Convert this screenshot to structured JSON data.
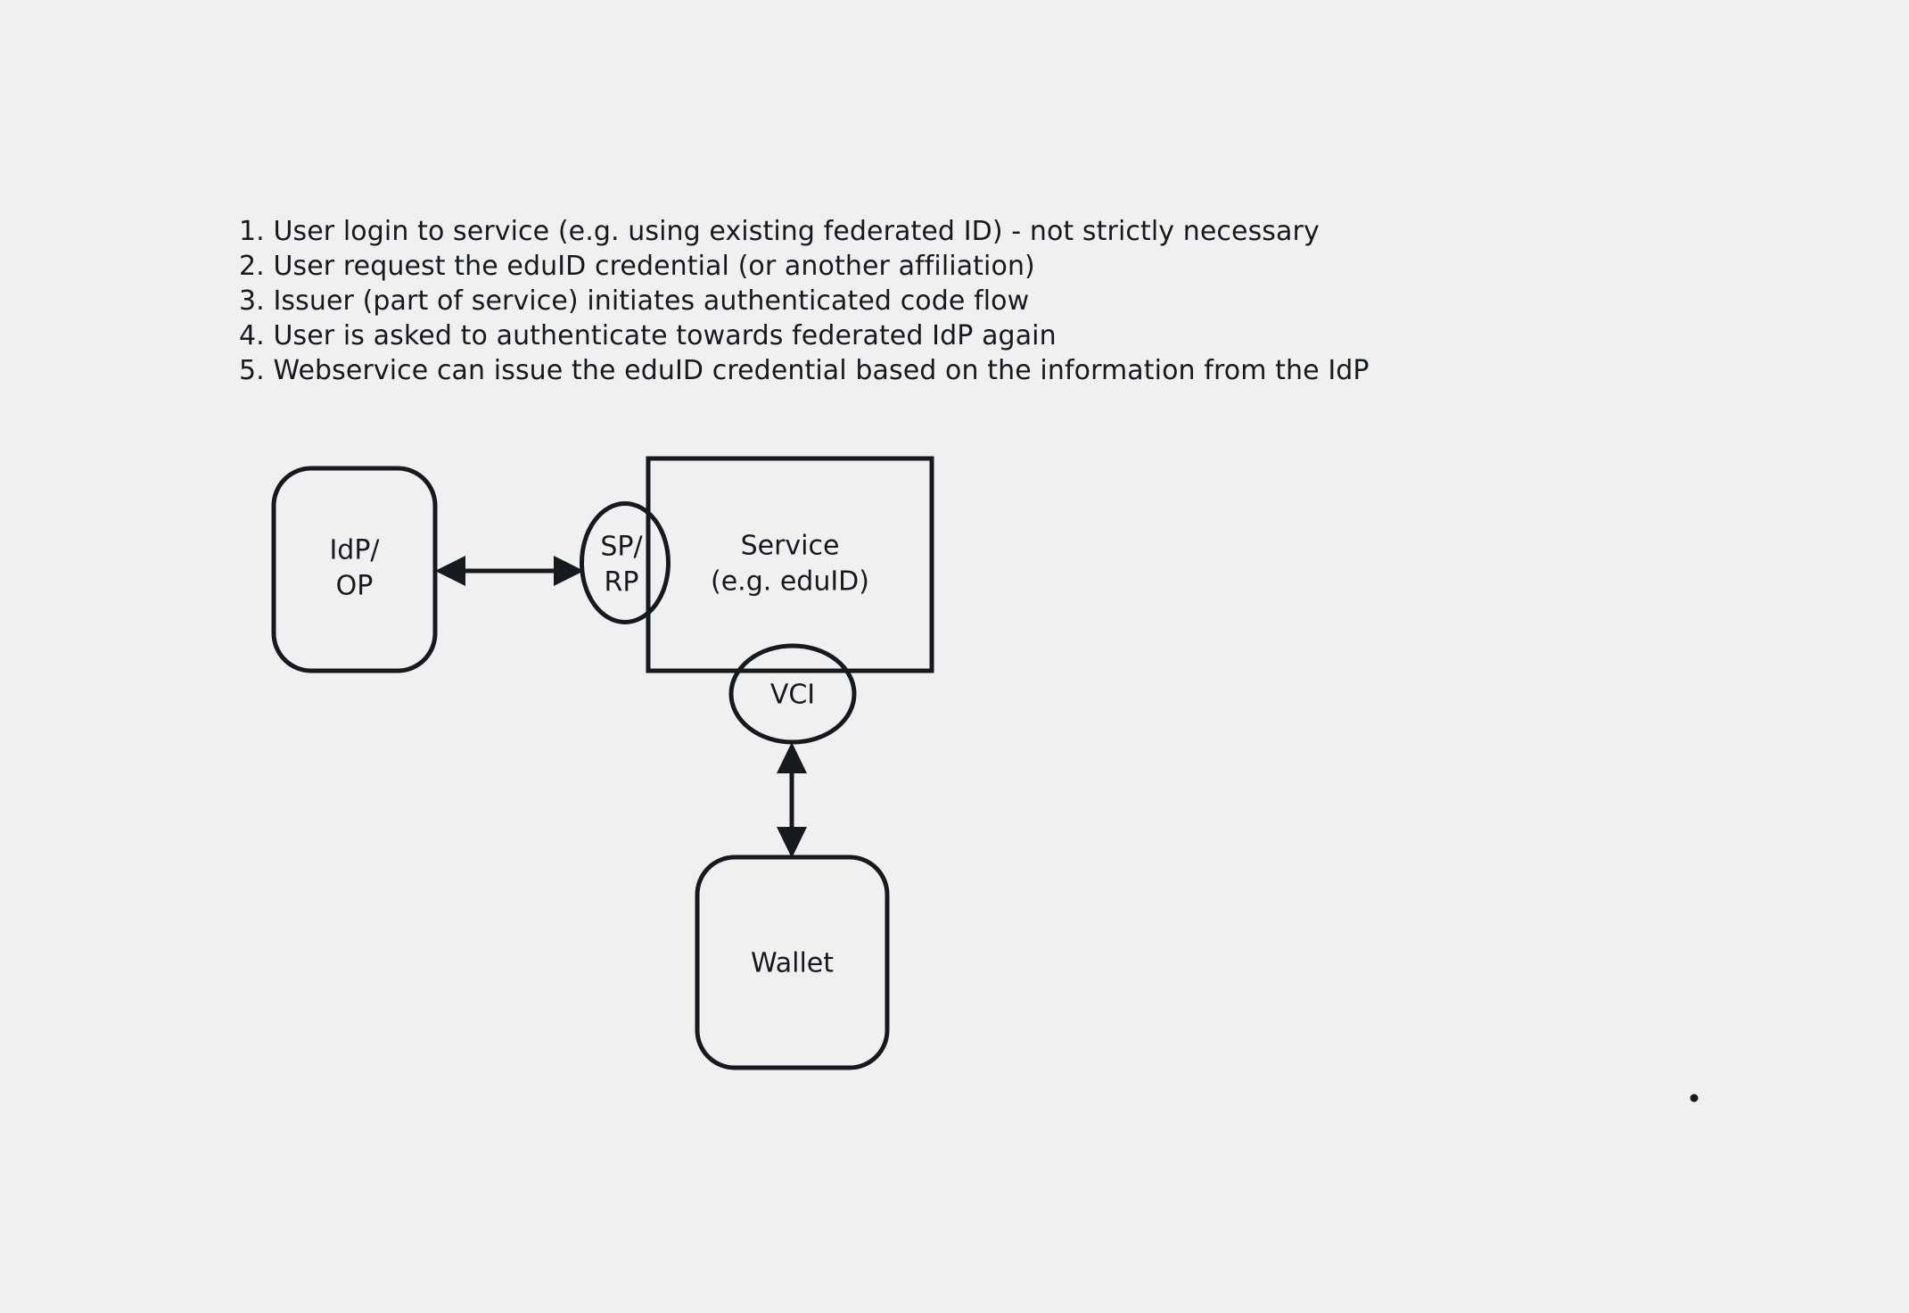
{
  "page": {
    "background_color": "#f0f0f0",
    "ink_color": "#16191d",
    "stroke_width": 5
  },
  "steps": {
    "items": [
      "1. User login to service (e.g. using existing federated ID) - not strictly necessary",
      "2. User request the eduID credential (or another affiliation)",
      "3. Issuer (part of service) initiates authenticated code flow",
      "4. User is asked to authenticate towards federated IdP again",
      "5. Webservice can issue the eduID credential based on the information from the IdP"
    ]
  },
  "diagram": {
    "nodes": {
      "idp_op": {
        "shape": "rounded-rectangle",
        "label_line1": "IdP/",
        "label_line2": "OP"
      },
      "sp_rp": {
        "shape": "ellipse",
        "label_line1": "SP/",
        "label_line2": "RP"
      },
      "service": {
        "shape": "rectangle",
        "label_line1": "Service",
        "label_line2": "(e.g. eduID)"
      },
      "vci": {
        "shape": "ellipse",
        "label": "VCI"
      },
      "wallet": {
        "shape": "rounded-rectangle",
        "label": "Wallet"
      }
    },
    "edges": [
      {
        "name": "idp-to-sprp",
        "from": "idp_op",
        "to": "sp_rp",
        "direction": "bidirectional",
        "orientation": "horizontal"
      },
      {
        "name": "vci-to-wallet",
        "from": "vci",
        "to": "wallet",
        "direction": "bidirectional",
        "orientation": "vertical"
      }
    ]
  }
}
